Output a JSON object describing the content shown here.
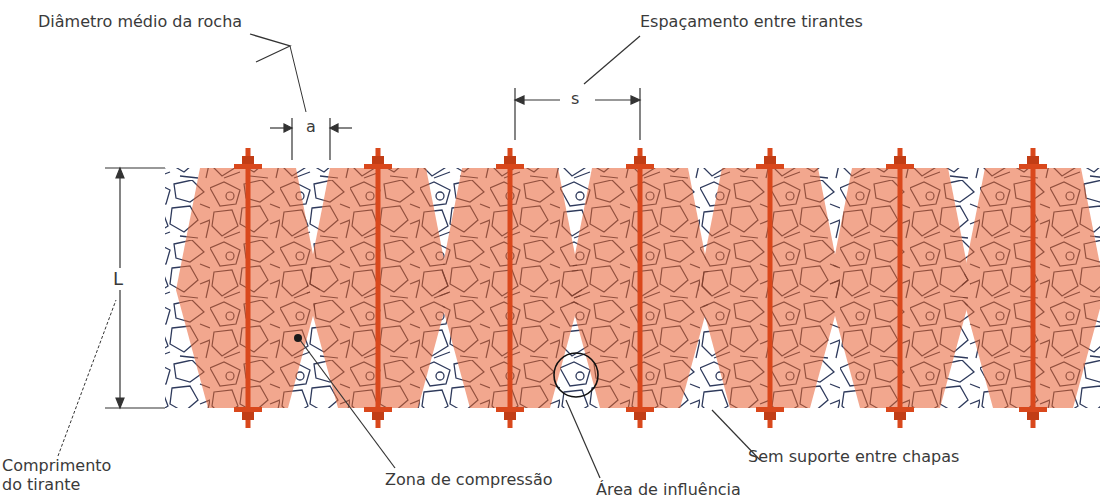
{
  "diagram": {
    "labels": [
      "Diâmetro médio da rocha",
      "a",
      "Espaçamento entre tirantes",
      "s",
      "L",
      "Comprimento do tirante",
      "Zona de compressão",
      "Área de influência",
      "Sem suporte entre chapas"
    ]
  }
}
